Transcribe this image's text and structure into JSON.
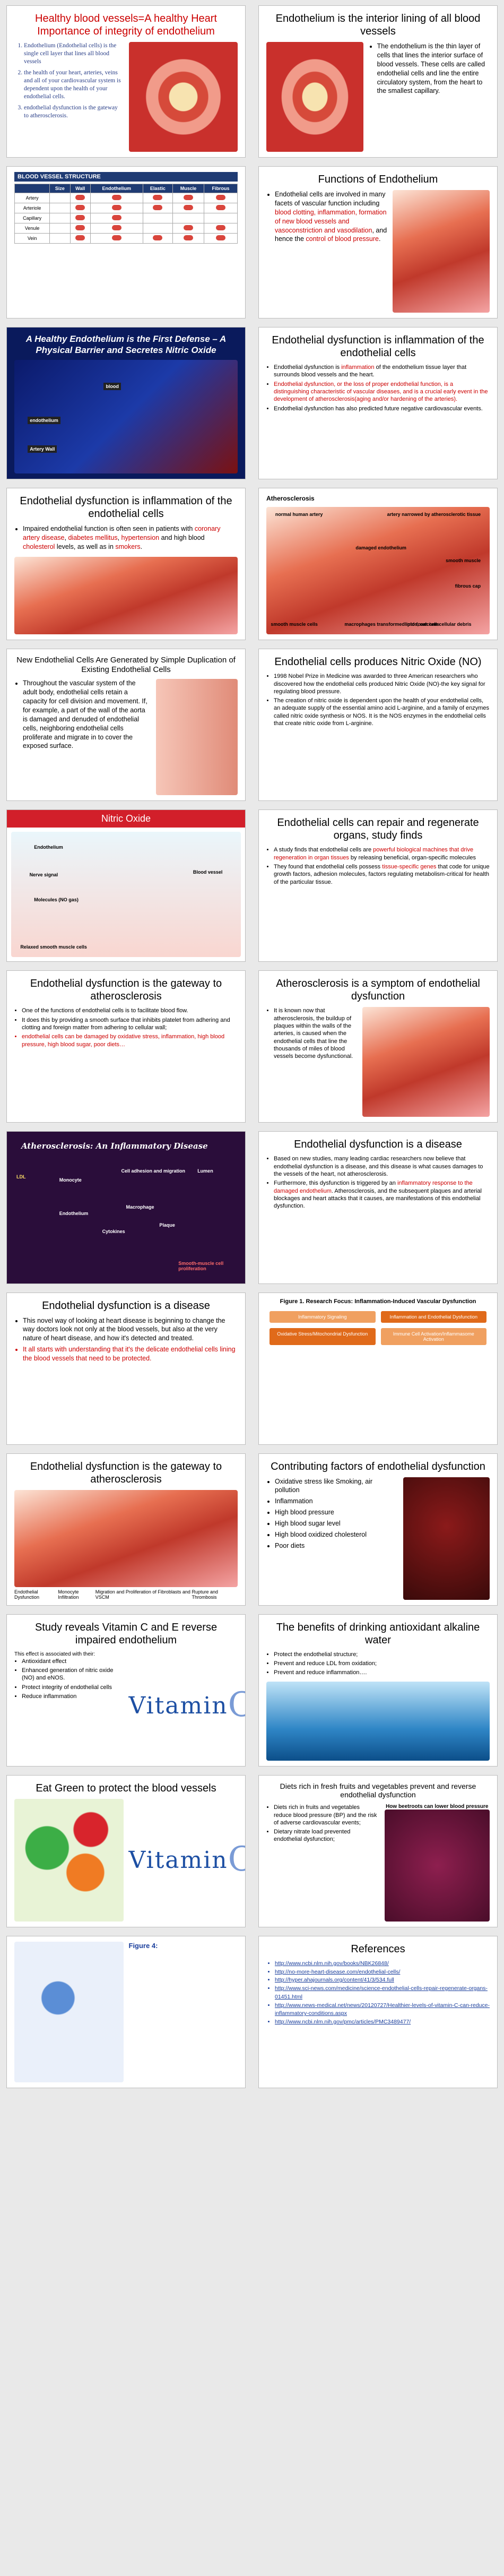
{
  "s1": {
    "title": "Healthy blood vessels=A healthy Heart Importance of integrity of endothelium",
    "items": [
      "Endothelium (Endothelial cells) is the single cell layer that lines all blood vessels",
      "the health of your heart, arteries, veins and all of your cardiovascular system is dependent upon the health of your endothelial cells.",
      "endothelial dysfunction is the gateway to atherosclerosis."
    ]
  },
  "s2": {
    "title": "Endothelium is the interior lining of all blood vessels",
    "items": [
      "The endothelium is the thin layer of cells that lines the interior surface of blood vessels. These cells are called endothelial cells and line the entire circulatory system, from the heart to the smallest capillary."
    ]
  },
  "s3": {
    "heading": "BLOOD VESSEL STRUCTURE",
    "cols": [
      "",
      "Size",
      "Wall",
      "Endothelium",
      "Elastic",
      "Muscle",
      "Fibrous"
    ],
    "rows": [
      "Artery",
      "Arteriole",
      "Capillary",
      "Venule",
      "Vein"
    ]
  },
  "s4": {
    "title": "Functions of Endothelium",
    "pre": "Endothelial cells are involved in many facets of vascular function including",
    "red": "blood clotting, inflammation, formation of new blood vessels and vasoconstriction and vasodilation",
    "mid": ", and hence the",
    "red2": "control of blood pressure",
    "end": "."
  },
  "s5": {
    "title": "A Healthy Endothelium is the First Defense – A Physical Barrier and Secretes Nitric Oxide",
    "labels": [
      "blood",
      "endothelium",
      "Artery Wall"
    ]
  },
  "s6": {
    "title": "Endothelial dysfunction is inflammation of the endothelial cells",
    "items": [
      {
        "a": "Endothelial dysfunction is ",
        "r": "inflammation",
        "b": " of the endothelium tissue layer that surrounds blood vessels and the heart."
      },
      {
        "a": "",
        "r": "Endothelial dysfunction, or the loss of proper endothelial function, is a distinguishing characteristic of vascular diseases, and is a crucial early event in the development of atherosclerosis(aging and/or hardening of the arteries).",
        "b": ""
      },
      {
        "a": "Endothelial dysfunction has also predicted future negative cardiovascular events.",
        "r": "",
        "b": ""
      }
    ]
  },
  "s7": {
    "title": "Endothelial dysfunction is inflammation of the endothelial cells",
    "pre": "Impaired endothelial function is often seen in patients with ",
    "r1": "coronary artery disease",
    "r2": "diabetes mellitus",
    "r3": "hypertension",
    "mid": " and high blood ",
    "r4": "cholesterol",
    "mid2": " levels, as well as in ",
    "r5": "smokers"
  },
  "s8": {
    "title": "Atherosclerosis",
    "labels": [
      "normal human artery",
      "artery narrowed by atherosclerotic tissue",
      "damaged endothelium",
      "smooth muscle cells",
      "macrophages transformed into foam cells",
      "lipids, calcium cellular debris",
      "smooth muscle",
      "fibrous cap"
    ]
  },
  "s9": {
    "title": "New Endothelial Cells Are Generated by Simple Duplication of Existing Endothelial Cells",
    "body": "Throughout the vascular system of the adult body, endothelial cells retain a capacity for cell division and movement. If, for example, a part of the wall of the aorta is damaged and denuded of endothelial cells, neighboring endothelial cells proliferate and migrate in to cover the exposed surface."
  },
  "s10": {
    "title": "Endothelial cells produces Nitric Oxide (NO)",
    "items": [
      "1998 Nobel Prize in Medicine was awarded to three American researchers who discovered how the endothelial cells produced Nitric Oxide (NO)-the key signal for regulating blood pressure.",
      "The creation of nitric oxide is dependent upon the health of your endothelial cells, an adequate supply of the essential amino acid L-arginine, and a family of enzymes called nitric oxide synthesis or NOS. It is the NOS enzymes in the endothelial cells that create nitric oxide from L-arginine."
    ]
  },
  "s11": {
    "title": "Nitric Oxide",
    "labels": [
      "Endothelium",
      "Nerve signal",
      "Molecules (NO gas)",
      "Blood vessel",
      "Relaxed smooth muscle cells"
    ]
  },
  "s12": {
    "title": "Endothelial cells can repair and regenerate organs, study finds",
    "items": [
      {
        "a": "A study finds that endothelial cells are ",
        "r": "powerful biological machines that drive regeneration in organ tissues",
        "b": " by releasing beneficial, organ-specific molecules"
      },
      {
        "a": "They found that endothelial cells possess ",
        "r": "tissue-specific genes",
        "b": " that code for unique growth factors, adhesion molecules, factors regulating metabolism-critical for health of the particular tissue."
      }
    ]
  },
  "s13": {
    "title": "Endothelial dysfunction is the gateway to atherosclerosis",
    "items": [
      "One of the functions of endothelial cells is to facilitate blood flow.",
      "It does this by providing a smooth surface that inhibits platelet from adhering and clotting and foreign matter from adhering to cellular wall;"
    ],
    "red": "endothelial cells can be damaged by oxidative stress, inflammation, high blood pressure, high blood sugar, poor diets…"
  },
  "s14": {
    "title": "Atherosclerosis is a symptom of endothelial dysfunction",
    "body": "It is known now that atherosclerosis, the buildup of plaques within the walls of the arteries, is caused when the endothelial cells that line the thousands of miles of blood vessels become dysfunctional."
  },
  "s15": {
    "title": "Atherosclerosis: An Inflammatory Disease",
    "labels": [
      "LDL",
      "Monocyte",
      "Cell adhesion and migration",
      "Endothelium",
      "Macrophage",
      "Lumen",
      "Cytokines",
      "Smooth-muscle cell proliferation",
      "Plaque"
    ]
  },
  "s16": {
    "title": "Endothelial dysfunction is a disease",
    "items": [
      {
        "a": "Based on new studies, many leading cardiac researchers now believe that endothelial dysfunction is a disease, and this disease is what causes damages to the vessels of the heart, not atherosclerosis.",
        "r": "",
        "b": ""
      },
      {
        "a": "Furthermore, this dysfunction is triggered by an ",
        "r": "inflammatory response to the damaged endothelium",
        "b": ". Atherosclerosis, and the subsequent plaques and arterial blockages and heart attacks that it causes, are manifestations of this endothelial dysfunction."
      }
    ]
  },
  "s17": {
    "title": "Endothelial dysfunction is a disease",
    "items": [
      "This novel way of looking at heart disease is beginning to change the way doctors look not only at the blood vessels, but also at the very nature of heart disease, and how it's detected and treated."
    ],
    "red": "It all starts with understanding that it's the delicate endothelial cells lining the blood vessels that need to be protected."
  },
  "s18": {
    "title": "Figure 1. Research Focus: Inflammation-Induced Vascular Dysfunction",
    "boxes": [
      "Inflammatory Signaling",
      "Inflammation and Endothelial Dysfunction",
      "Oxidative Stress/Mitochondrial Dysfunction",
      "Immune Cell Activation/Inflammasome Activation"
    ]
  },
  "s19": {
    "title": "Endothelial dysfunction is the gateway to atherosclerosis",
    "labels": [
      "Endothelial Dysfunction",
      "Monocyte Infiltration",
      "Migration and Proliferation of Fibroblasts and VSCM",
      "Rupture and Thrombosis"
    ]
  },
  "s20": {
    "title": "Contributing factors of endothelial dysfunction",
    "items": [
      "Oxidative stress like Smoking, air pollution",
      "Inflammation",
      "High blood pressure",
      "High blood sugar level",
      "High blood oxidized cholesterol",
      "Poor diets"
    ]
  },
  "s21": {
    "title": "Study reveals Vitamin C and E reverse impaired endothelium",
    "intro": "This effect is associated with their:",
    "items": [
      "Antioxidant effect",
      "Enhanced generation of nitric oxide (NO) and eNOS.",
      "Protect integrity of endothelial cells",
      "Reduce inflammation"
    ],
    "vitamin": "Vitamin",
    "letter": "C"
  },
  "s22": {
    "title": "The benefits of drinking antioxidant alkaline water",
    "items": [
      "Protect the endothelial structure;",
      "Prevent and reduce LDL from oxidation;",
      "Prevent and reduce inflammation…."
    ]
  },
  "s23": {
    "title": "Eat Green to protect the blood vessels",
    "vitamin": "Vitamin",
    "letter": "C"
  },
  "s24": {
    "title": "Diets rich in fresh fruits and vegetables prevent and reverse endothelial dysfunction",
    "items": [
      "Diets rich in fruits and vegetables reduce blood pressure (BP) and the risk of adverse cardiovascular events;",
      "Dietary nitrate load prevented endothelial dysfunction;"
    ],
    "caption": "How beetroots can lower blood pressure"
  },
  "s25": {
    "title": "Figure 4:"
  },
  "s26": {
    "title": "References",
    "items": [
      "http://www.ncbi.nlm.nih.gov/books/NBK26848/",
      "http://no-more-heart-disease.com/endothelial-cells/",
      "http://hyper.ahajournals.org/content/41/3/534.full",
      "http://www.sci-news.com/medicine/science-endothelial-cells-repair-regenerate-organs-01451.html",
      "http://www.news-medical.net/news/20120727/Healthier-levels-of-vitamin-C-can-reduce-inflammatory-conditions.aspx",
      "http://www.ncbi.nlm.nih.gov/pmc/articles/PMC3489477/"
    ]
  },
  "colors": {
    "accent": "#cc0000",
    "link": "#1a3e9c"
  }
}
